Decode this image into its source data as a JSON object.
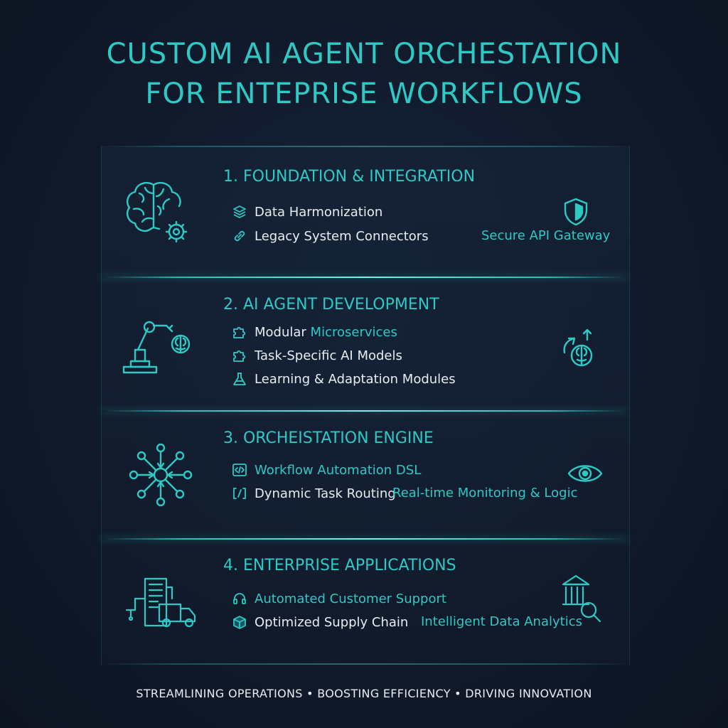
{
  "title": {
    "line1": "CUSTOM AI AGENT ORCHESTATION",
    "line2": "FOR ENTEPRISE WORKFLOWS"
  },
  "sections": [
    {
      "title": "1. FOUNDATION & INTEGRATION",
      "icon": "brain-gear-icon",
      "items": [
        {
          "label": "Data Harmonization",
          "icon": "layers-icon"
        },
        {
          "label": "Legacy System Connectors",
          "icon": "link-icon"
        }
      ],
      "side_label": "Secure API Gateway",
      "side_icon": "shield-icon"
    },
    {
      "title": "2. AI AGENT DEVELOPMENT",
      "icon": "robot-arm-icon",
      "items": [
        {
          "label_white": "Modular",
          "label_teal": "Microservices",
          "icon": "puzzle-icon"
        },
        {
          "label": "Task-Specific AI Models",
          "icon": "puzzle-icon"
        },
        {
          "label": "Learning & Adaptation Modules",
          "icon": "flask-icon"
        }
      ],
      "side_icon": "brain-refresh-icon"
    },
    {
      "title": "3. ORCHEISTATION ENGINE",
      "icon": "network-hub-icon",
      "items": [
        {
          "label": "Workflow Automation DSL",
          "icon": "code-icon"
        },
        {
          "label": "Dynamic Task Routing",
          "icon": "brackets-icon"
        }
      ],
      "side_label": "Real-time Monitoring & Logic",
      "side_icon": "eye-icon"
    },
    {
      "title": "4. ENTERPRISE APPLICATIONS",
      "icon": "building-truck-icon",
      "items": [
        {
          "label": "Automated Customer Support",
          "icon": "headset-icon"
        },
        {
          "label": "Optimized Supply Chain",
          "icon": "package-icon"
        }
      ],
      "side_label": "Intelligent Data Analytics",
      "side_icon": "bank-search-icon"
    }
  ],
  "footer": "STREAMLINING OPERATIONS • BOOSTING EFFICIENCY • DRIVING INNOVATION",
  "colors": {
    "accent": "#2ec9c4",
    "background": "#111a2b",
    "text": "#e8edf2"
  }
}
